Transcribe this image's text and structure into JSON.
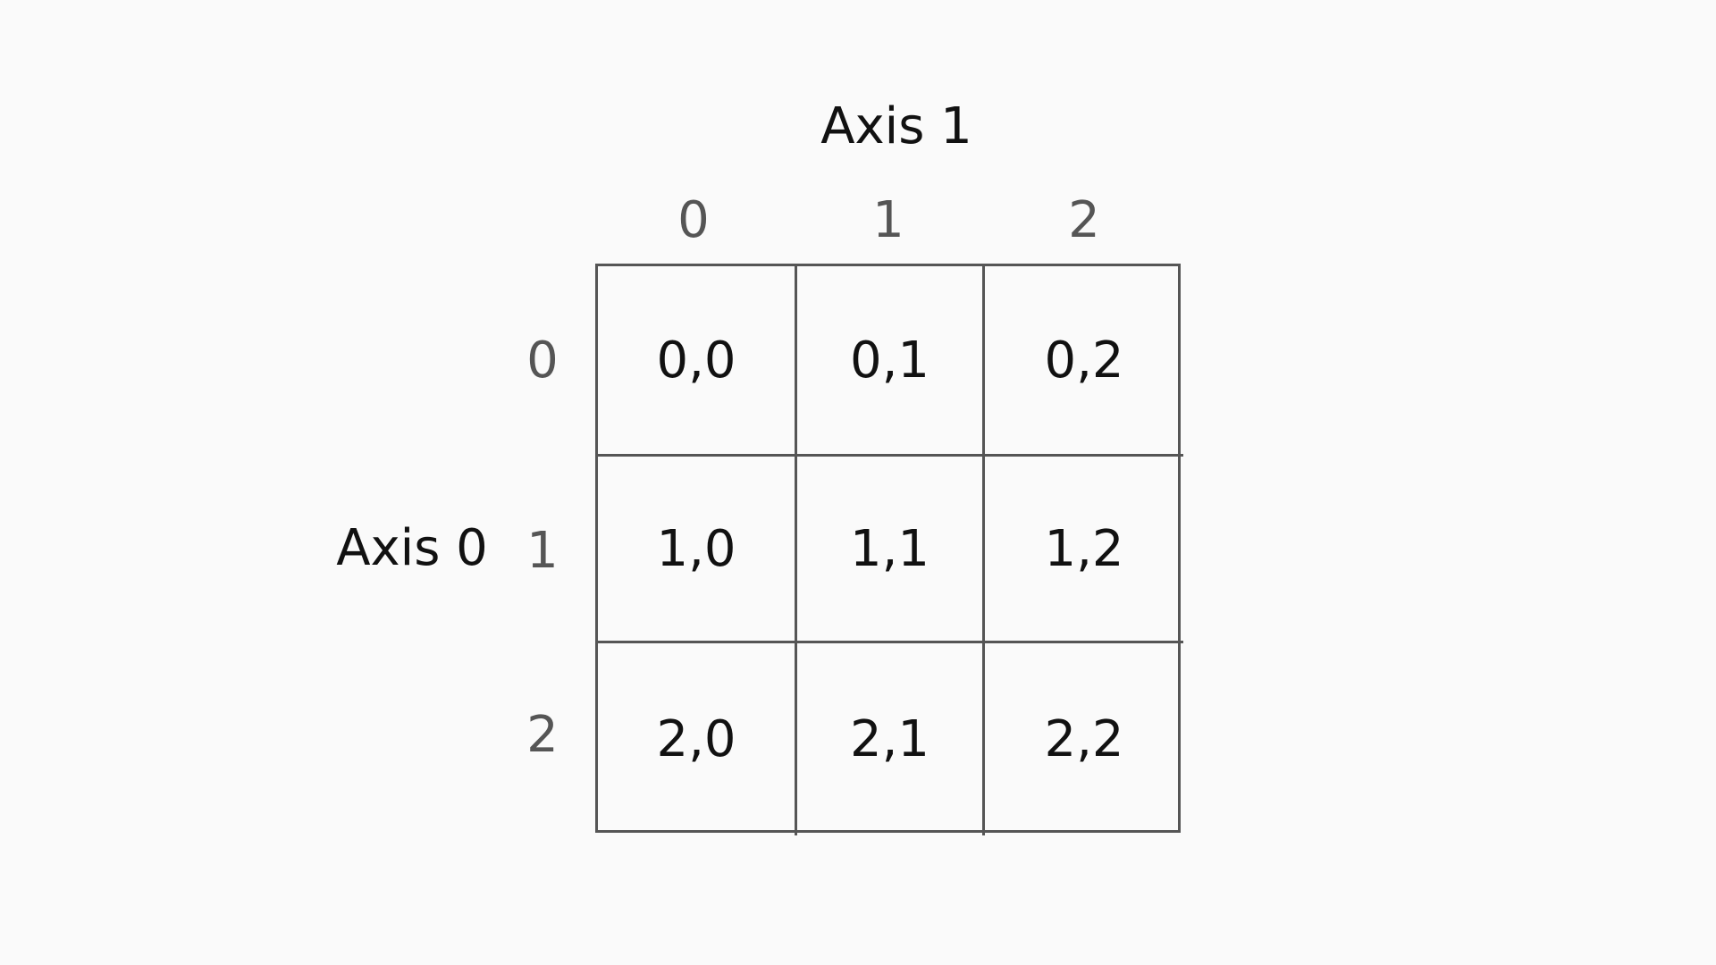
{
  "diagram": {
    "axis1_title": "Axis 1",
    "axis0_title": "Axis 0",
    "column_indices": [
      "0",
      "1",
      "2"
    ],
    "row_indices": [
      "0",
      "1",
      "2"
    ],
    "cells": [
      [
        "0,0",
        "0,1",
        "0,2"
      ],
      [
        "1,0",
        "1,1",
        "1,2"
      ],
      [
        "2,0",
        "2,1",
        "2,2"
      ]
    ],
    "colors": {
      "background": "#fafafa",
      "grid_line": "#555555",
      "text": "#111111",
      "tick_text": "#555555"
    }
  }
}
